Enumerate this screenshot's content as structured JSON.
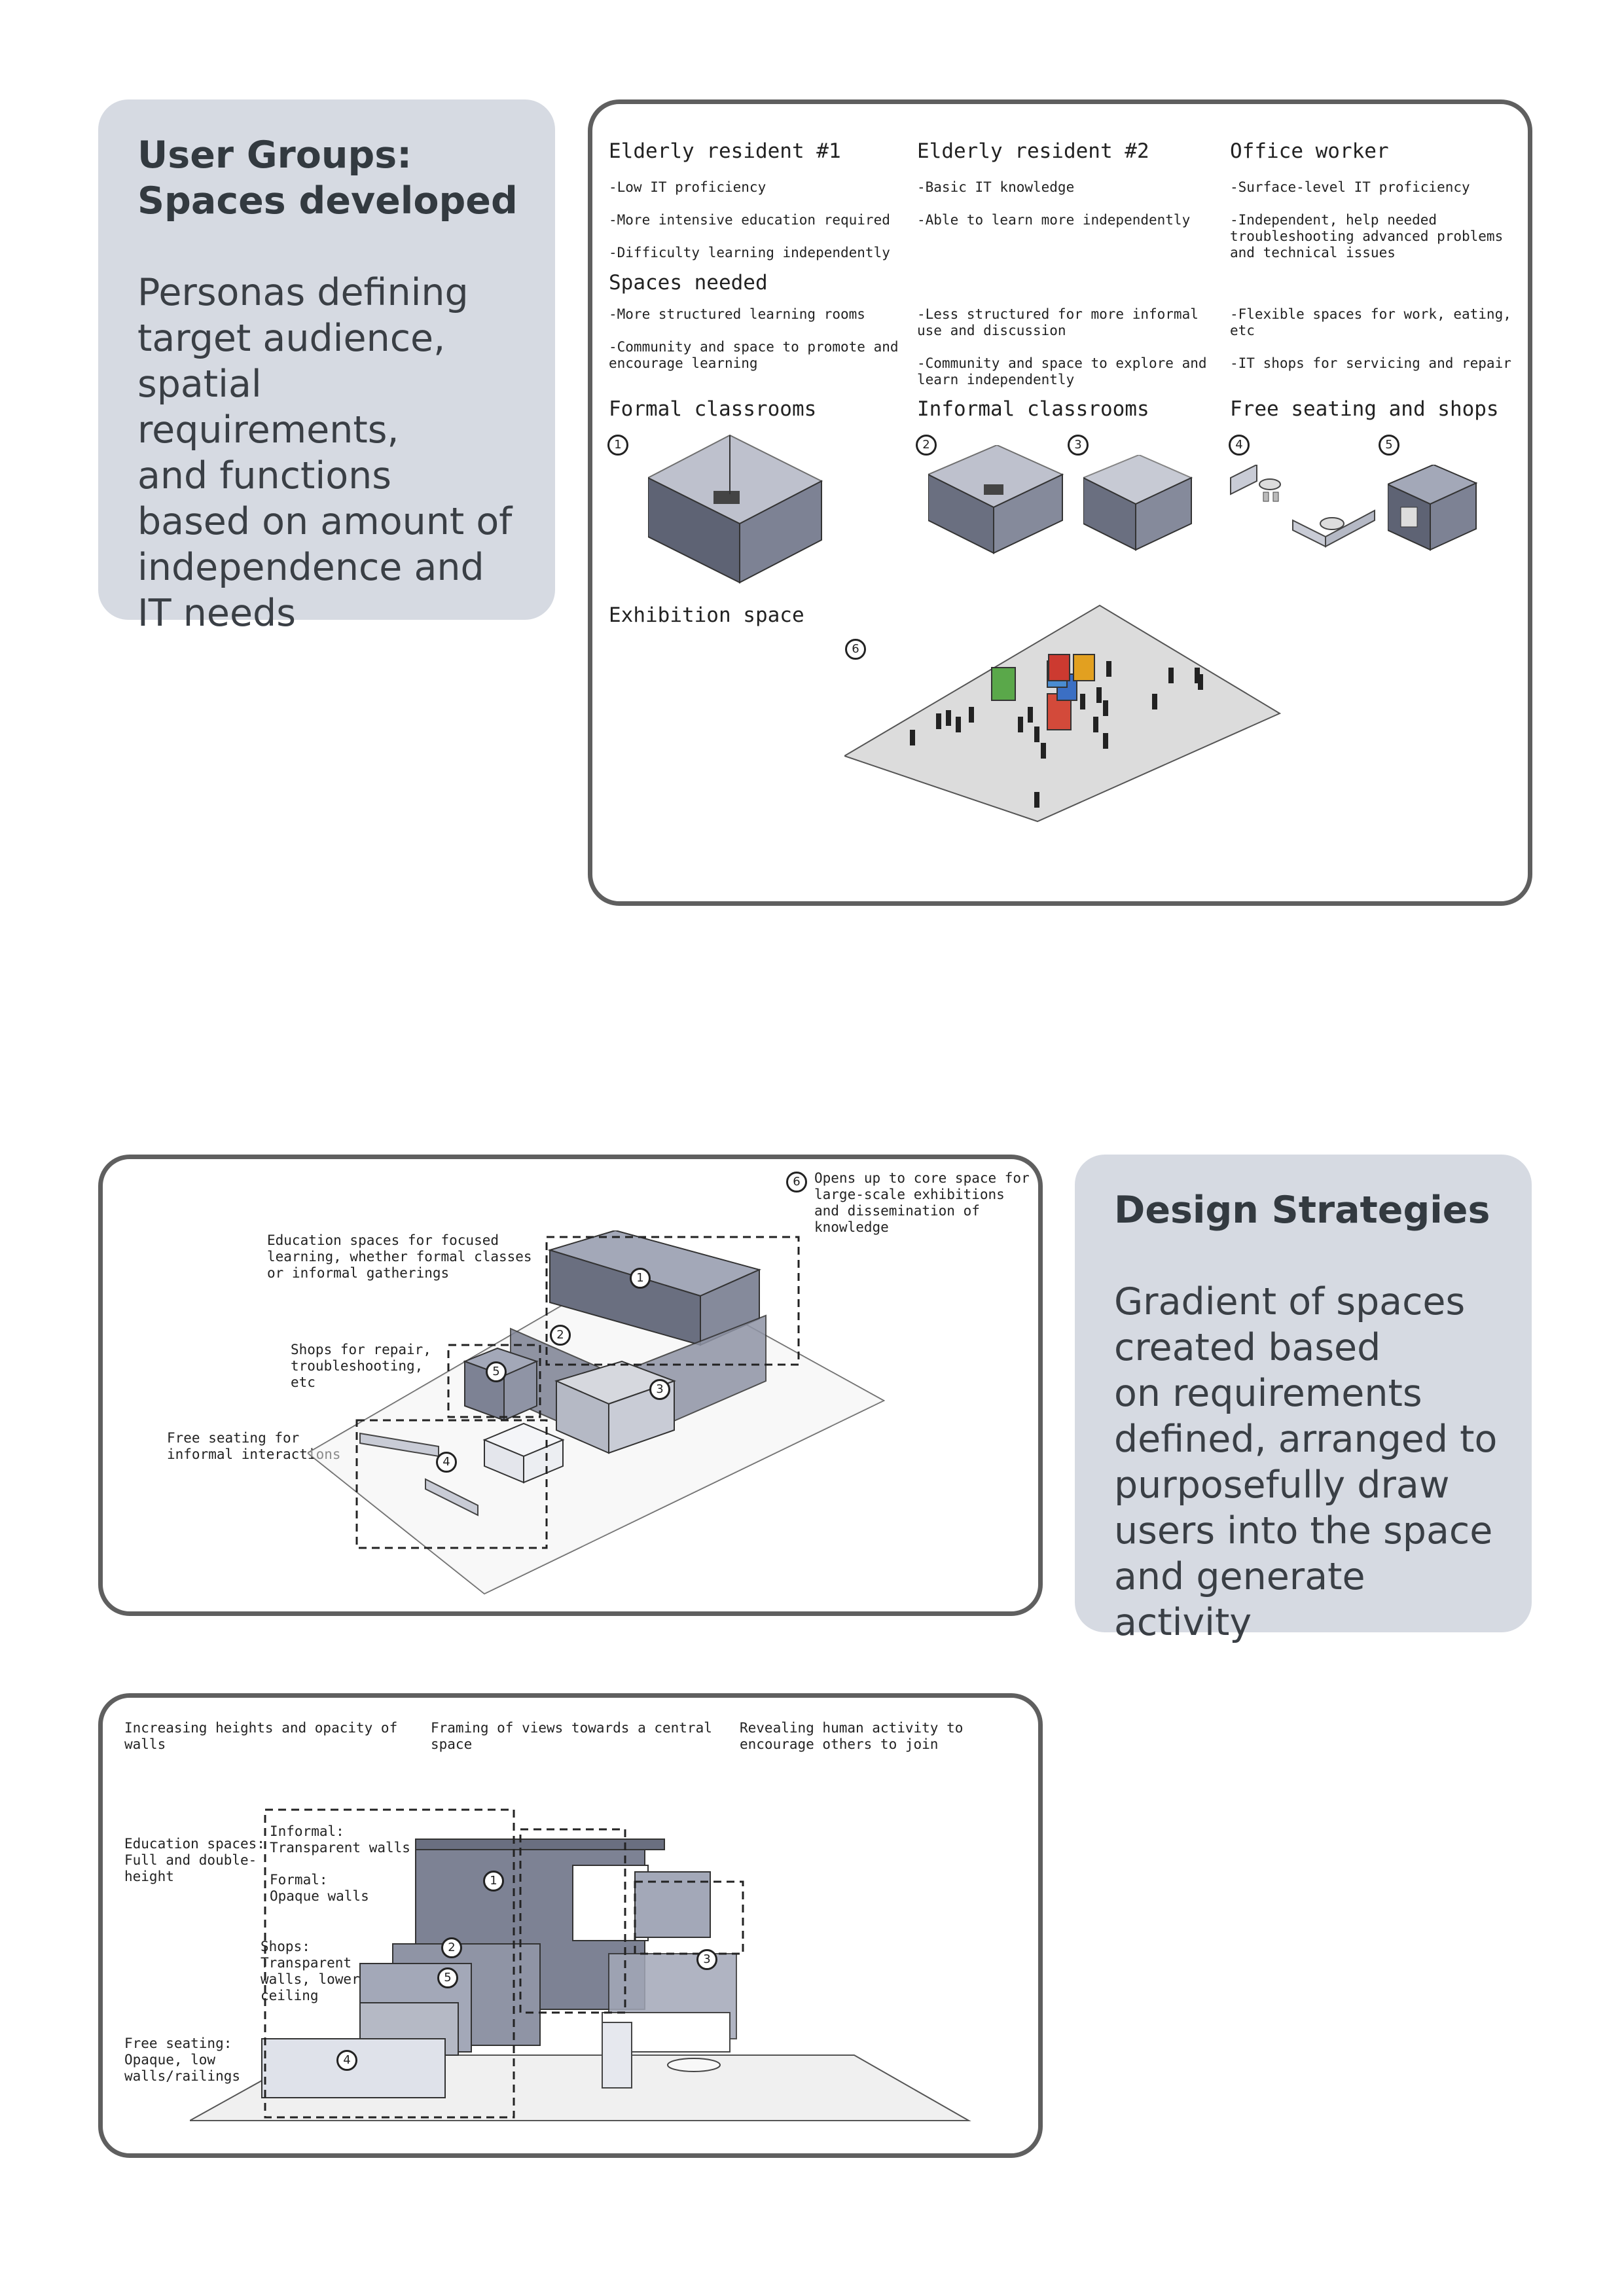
{
  "user_groups": {
    "title": "User Groups: Spaces developed",
    "body": "Personas defining\ntarget audience,\nspatial requirements,\nand functions\nbased on amount of\nindependence and\n IT needs"
  },
  "personas": [
    {
      "name": "Elderly resident #1",
      "traits": [
        "-Low IT proficiency",
        "-More intensive education required",
        "-Difficulty learning independently"
      ]
    },
    {
      "name": "Elderly resident #2",
      "traits": [
        "-Basic IT knowledge",
        "-Able to learn more independently"
      ]
    },
    {
      "name": "Office worker",
      "traits": [
        "-Surface-level IT proficiency",
        "-Independent, help needed troubleshooting advanced problems and technical issues"
      ]
    }
  ],
  "spaces_needed": {
    "title": "Spaces needed",
    "columns": [
      [
        "-More structured learning rooms",
        "-Community and space to promote and encourage learning"
      ],
      [
        "-Less structured for more informal use and discussion",
        "-Community and space to explore and learn independently"
      ],
      [
        "-Flexible spaces for work, eating, etc",
        "-IT shops for servicing and repair"
      ]
    ]
  },
  "space_types": {
    "formal": "Formal classrooms",
    "informal": "Informal classrooms",
    "free": "Free seating and shops",
    "exhibition": "Exhibition space"
  },
  "numbers": [
    "1",
    "2",
    "3",
    "4",
    "5",
    "6"
  ],
  "design_strategies": {
    "title": "Design Strategies",
    "body": "Gradient of spaces\ncreated based\non requirements\ndefined, arranged to\npurposefully draw\nusers into the space\nand generate activity"
  },
  "axon_notes": {
    "core": "Opens up to core space for\nlarge-scale exhibitions\nand dissemination of\nknowledge",
    "education": "Education spaces for focused\nlearning, whether formal classes\nor informal gatherings",
    "shops": "Shops for repair,\ntroubleshooting,\netc",
    "seating": "Free seating for\ninformal interactions"
  },
  "section_notes": {
    "heights": "Increasing heights and opacity of\nwalls",
    "framing": "Framing of views towards a central\nspace",
    "revealing": "Revealing human activity to\nencourage others to join",
    "education": "Education spaces:\nFull and double-\nheight",
    "informal": "Informal:\nTransparent walls",
    "formal": "Formal:\nOpaque walls",
    "shops": "Shops:\nTransparent\nwalls, lower\nceiling",
    "seating": "Free seating:\nOpaque, low\nwalls/railings"
  },
  "colors": {
    "card": "#d6dae2",
    "frame": "#5f5f5f",
    "box": "#7d8294",
    "box_light": "#a3a8b8",
    "box_dark": "#5e6374"
  }
}
